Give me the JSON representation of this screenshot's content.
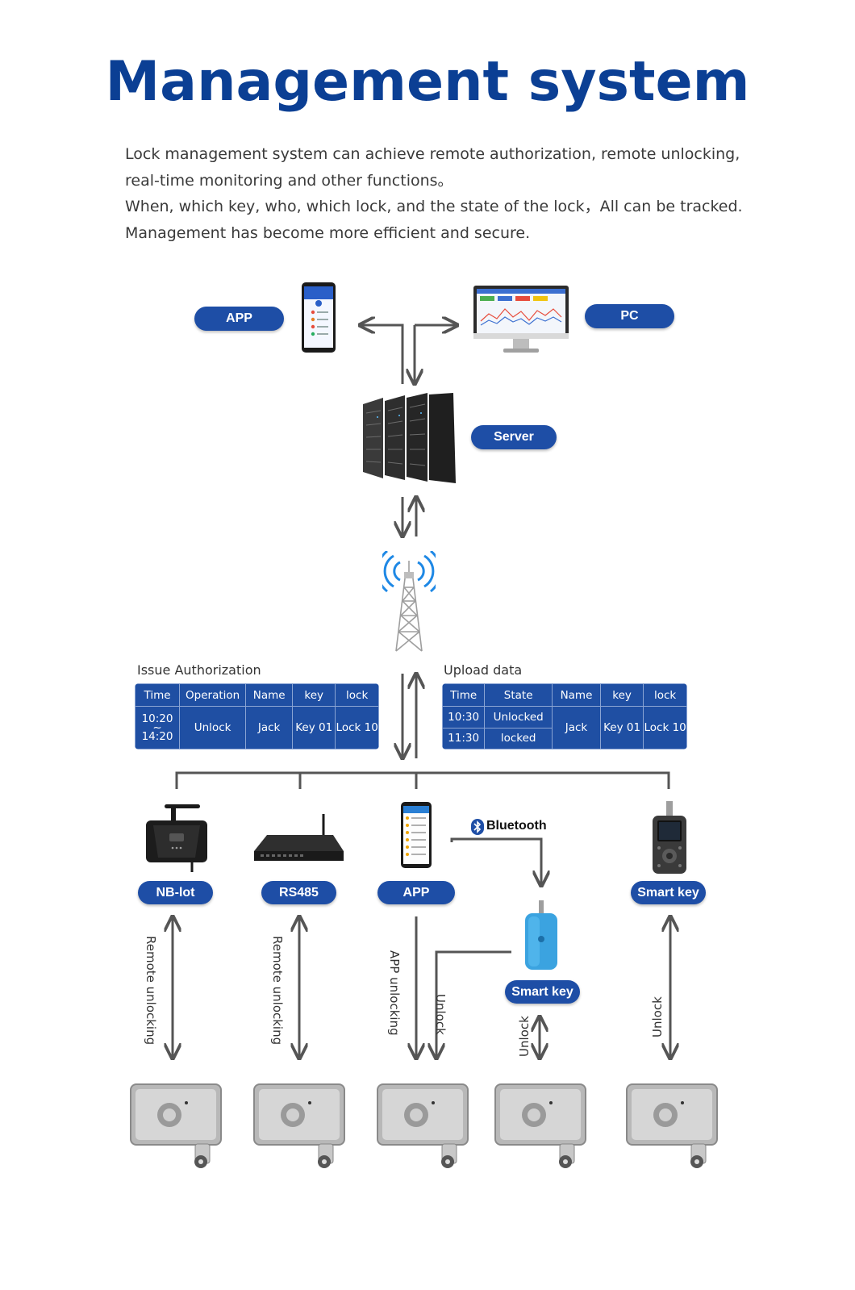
{
  "title": "Management system",
  "description": [
    "Lock management system can achieve remote authorization, remote unlocking,",
    "real-time monitoring and other functions。",
    "When, which key, who, which lock, and the state of the lock，All can be tracked.",
    "Management has become more efficient and secure."
  ],
  "nodes": {
    "app_top": "APP",
    "pc": "PC",
    "server": "Server",
    "nb_iot": "NB-lot",
    "rs485": "RS485",
    "app_bottom": "APP",
    "smart_key_handheld": "Smart key",
    "smart_key_fob": "Smart key",
    "bluetooth": "Bluetooth"
  },
  "issue_table": {
    "label": "Issue Authorization",
    "headers": [
      "Time",
      "Operation",
      "Name",
      "key",
      "lock"
    ],
    "time_start": "10:20",
    "time_sep": "~",
    "time_end": "14:20",
    "operation": "Unlock",
    "name": "Jack",
    "key": "Key 01",
    "lock": "Lock 10"
  },
  "upload_table": {
    "label": "Upload data",
    "headers": [
      "Time",
      "State",
      "Name",
      "key",
      "lock"
    ],
    "rows": [
      {
        "time": "10:30",
        "state": "Unlocked"
      },
      {
        "time": "11:30",
        "state": "locked"
      }
    ],
    "name": "Jack",
    "key": "Key 01",
    "lock": "Lock 10"
  },
  "edge_labels": {
    "nb_iot": "Remote unlocking",
    "rs485": "Remote unlocking",
    "app": "APP unlocking",
    "app_to_key": "Unlock",
    "fob": "Unlock",
    "handheld": "Unlock"
  },
  "colors": {
    "brand": "#0b3f94",
    "pill": "#1e4ea6",
    "line": "#555555"
  }
}
